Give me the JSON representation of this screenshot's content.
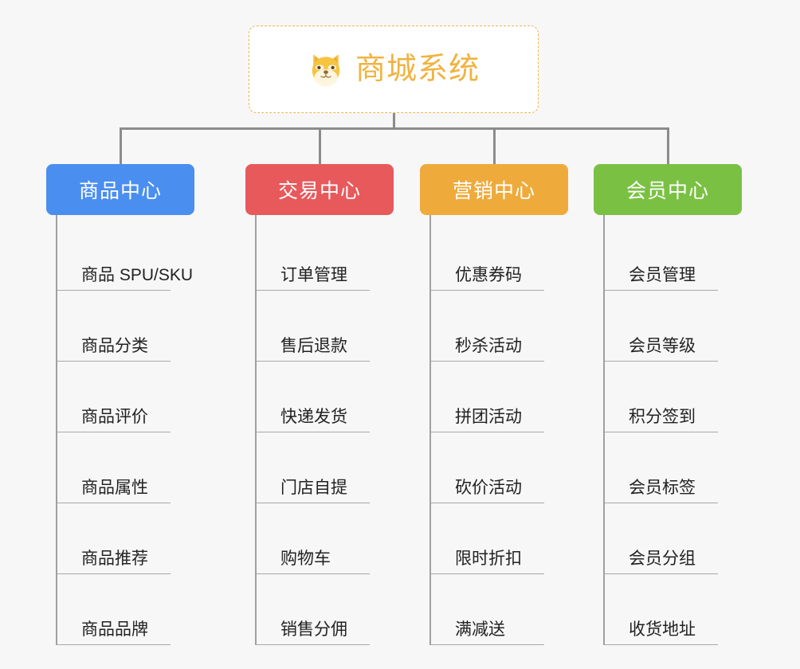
{
  "diagram": {
    "type": "mind-map",
    "background_color": "#f7f7f7",
    "connector_color": "#8c8c8c",
    "root": {
      "title": "商城系统",
      "icon": "shiba-dog-icon",
      "text_color": "#f0b340",
      "border_color": "#f0b44a",
      "fill_color": "#ffffff"
    },
    "categories": [
      {
        "label": "商品中心",
        "color": "#4a8ef0",
        "items": [
          "商品 SPU/SKU",
          "商品分类",
          "商品评价",
          "商品属性",
          "商品推荐",
          "商品品牌"
        ]
      },
      {
        "label": "交易中心",
        "color": "#e8595b",
        "items": [
          "订单管理",
          "售后退款",
          "快递发货",
          "门店自提",
          "购物车",
          "销售分佣"
        ]
      },
      {
        "label": "营销中心",
        "color": "#eeab3c",
        "items": [
          "优惠券码",
          "秒杀活动",
          "拼团活动",
          "砍价活动",
          "限时折扣",
          "满减送"
        ]
      },
      {
        "label": "会员中心",
        "color": "#7ac143",
        "items": [
          "会员管理",
          "会员等级",
          "积分签到",
          "会员标签",
          "会员分组",
          "收货地址"
        ]
      }
    ]
  }
}
